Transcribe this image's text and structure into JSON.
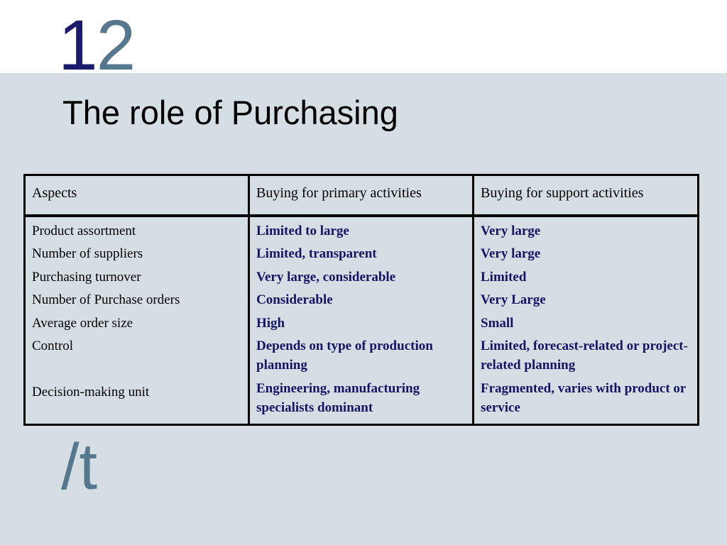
{
  "slide": {
    "number_first_digit": "1",
    "number_second_digit": "2",
    "title": "The role of Purchasing",
    "footer_mark": "/t"
  },
  "table": {
    "headers": [
      "Aspects",
      "Buying for primary activities",
      "Buying for support activities"
    ],
    "aspects": [
      "Product assortment",
      "Number of suppliers",
      "Purchasing turnover",
      "Number of Purchase orders",
      "Average order size",
      "Control",
      "Decision-making unit"
    ],
    "primary": [
      "Limited to large",
      "Limited, transparent",
      "Very large, considerable",
      "Considerable",
      "High",
      "Depends on type of production planning",
      "Engineering, manufacturing specialists dominant"
    ],
    "support": [
      "Very large",
      "Very large",
      "Limited",
      "Very Large",
      "Small",
      "Limited, forecast-related or project-related planning",
      "Fragmented, varies with product or service"
    ]
  },
  "colors": {
    "band": "#d4dee3",
    "number_dark": "#1a1a6e",
    "number_light": "#56788f",
    "cell_text_blue": "#141466"
  }
}
